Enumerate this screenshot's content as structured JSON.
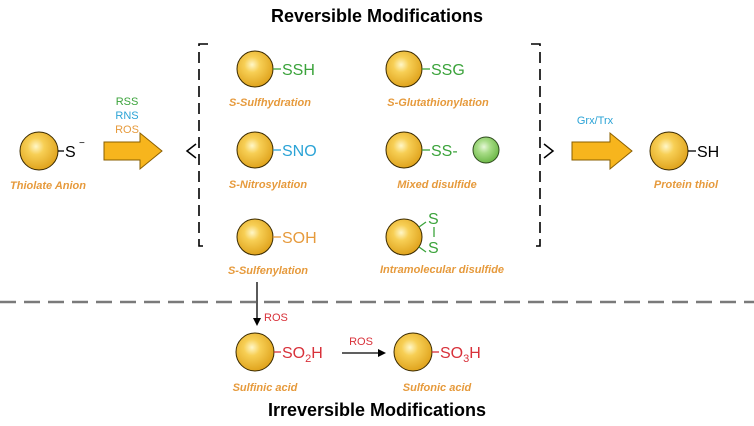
{
  "titles": {
    "top": "Reversible Modifications",
    "bottom": "Irreversible Modifications"
  },
  "colors": {
    "sphere": "#F5C13B",
    "sphere_highlight": "#FFF7C8",
    "sphere_edge": "#3A2A00",
    "green": "#3BA33B",
    "blue": "#2BA3D6",
    "orange": "#E69A3C",
    "red": "#D8313A",
    "arrow_fill": "#F7B51D",
    "arrow_edge": "#8A5F00",
    "ball_green": "#8ED16A"
  },
  "thiolate": {
    "group": "S",
    "charge": "−",
    "caption": "Thiolate Anion"
  },
  "reagents": {
    "rss": "RSS",
    "rns": "RNS",
    "ros": "ROS"
  },
  "mods": {
    "sulfhydration": {
      "group": "SSH",
      "caption": "S-Sulfhydration"
    },
    "glutathionylation": {
      "group": "SSG",
      "caption": "S-Glutathionylation"
    },
    "nitrosylation": {
      "group": "SNO",
      "caption": "S-Nitrosylation"
    },
    "mixed": {
      "group": "SS-",
      "caption": "Mixed disulfide"
    },
    "sulfenylation": {
      "group": "SOH",
      "caption": "S-Sulfenylation"
    },
    "intramolecular": {
      "s1": "S",
      "s2": "S",
      "caption": "Intramolecular disulfide"
    }
  },
  "reduction": {
    "label": "Grx/Trx"
  },
  "protein_thiol": {
    "group": "SH",
    "caption": "Protein thiol"
  },
  "irreversible": {
    "ros1": "ROS",
    "ros2": "ROS",
    "sulfinic": {
      "prefix": "SO",
      "sub": "2",
      "suffix": "H",
      "caption": "Sulfinic acid"
    },
    "sulfonic": {
      "prefix": "SO",
      "sub": "3",
      "suffix": "H",
      "caption": "Sulfonic acid"
    }
  }
}
